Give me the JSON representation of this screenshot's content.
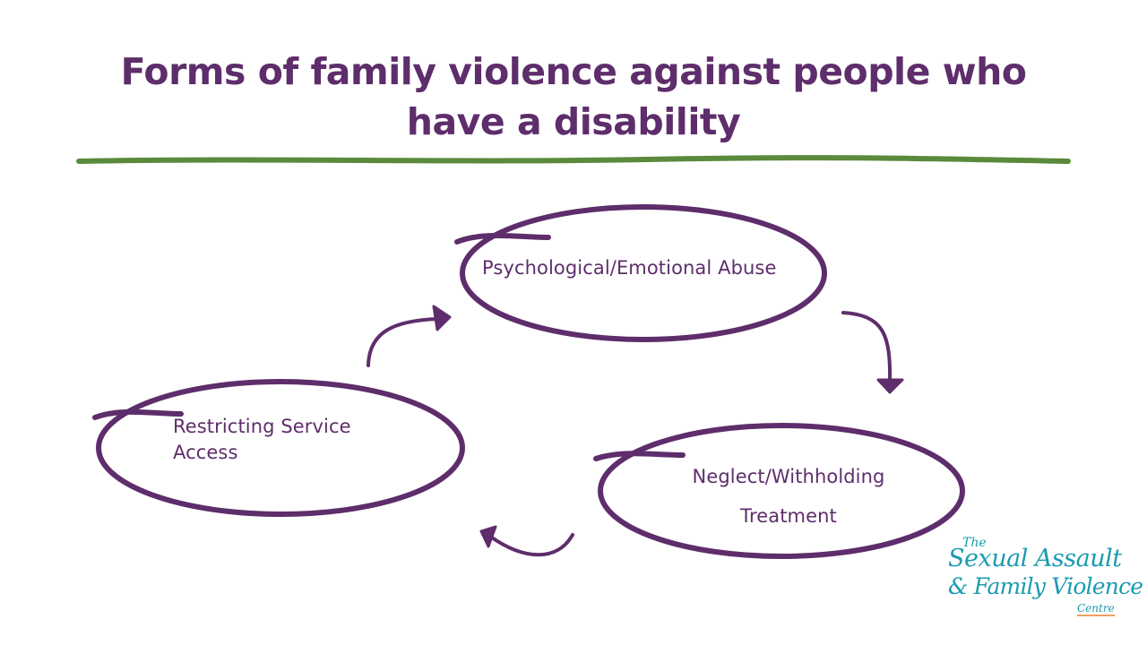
{
  "slide": {
    "title": "Forms of family violence against people who have a disability"
  },
  "diagram": {
    "nodes": [
      {
        "id": "psych",
        "label": "Psychological/Emotional Abuse"
      },
      {
        "id": "restrict",
        "label": "Restricting Service Access"
      },
      {
        "id": "neglect",
        "label_line1": "Neglect/Withholding",
        "label_line2": "Treatment"
      }
    ]
  },
  "logo": {
    "the": "The",
    "line1": "Sexual Assault",
    "line2": "& Family Violence",
    "centre": "Centre"
  },
  "colors": {
    "title": "#5e2d6b",
    "circle": "#5e2d6b",
    "underline": "#5a8a3c",
    "logo": "#1a9bb0",
    "logo_underline": "#f0a060"
  }
}
